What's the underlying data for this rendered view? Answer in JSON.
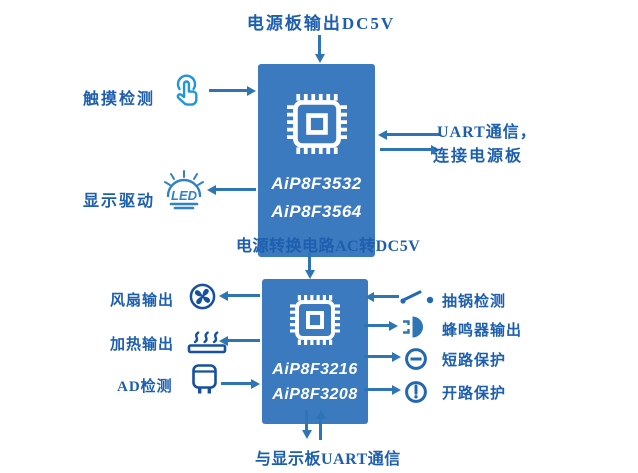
{
  "colors": {
    "box_blue": "#3c7ac0",
    "label_blue": "#1d5fae",
    "arrow_blue": "#2e75b6",
    "touch_icon_blue": "#1e96dc",
    "led_icon_blue": "#2e82c8",
    "left_icon_navy": "#17509f",
    "right_icon_blue": "#2268b5"
  },
  "top_section": {
    "power_label": "电源板输出DC5V",
    "touch_label": "触摸检测",
    "display_label": "显示驱动",
    "led_text": "LED",
    "uart_line1": "UART通信，",
    "uart_line2": "连接电源板",
    "mcu": {
      "model1": "AiP8F3532",
      "model2": "AiP8F3564"
    }
  },
  "converter_label": "电源转换电路AC转DC5V",
  "bottom_section": {
    "mcu": {
      "model1": "AiP8F3216",
      "model2": "AiP8F3208"
    },
    "fan_label": "风扇输出",
    "heat_label": "加热输出",
    "ad_label": "AD检测",
    "pot_label": "抽锅检测",
    "buzzer_label": "蜂鸣器输出",
    "short_circuit_label": "短路保护",
    "open_circuit_label": "开路保护",
    "uart_label": "与显示板UART通信"
  }
}
